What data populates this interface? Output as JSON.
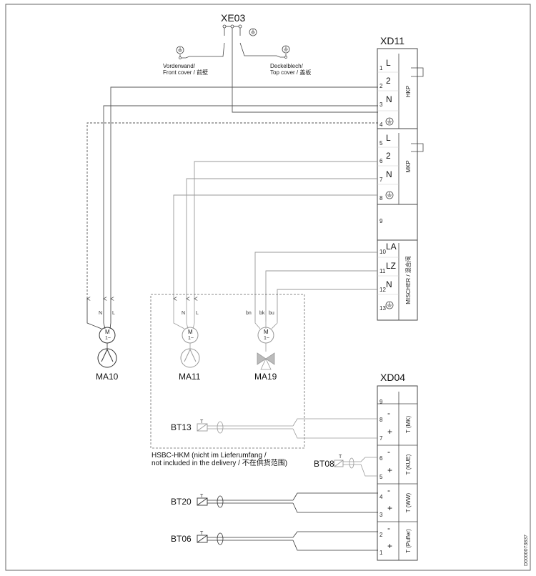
{
  "ground_terminal": {
    "label": "XE03"
  },
  "ground_notes": {
    "front_line1": "Vorderwand/",
    "front_line2": "Front cover / 前壁",
    "top_line1": "Deckelblech/",
    "top_line2": "Top cover / 盖板"
  },
  "xd11": {
    "label": "XD11",
    "group_hkp": "HKP",
    "group_mkp": "MKP",
    "group_mixer": "MISCHER / 混合阀",
    "terminals": [
      {
        "num": "1",
        "sym": "L"
      },
      {
        "num": "2",
        "sym": "2"
      },
      {
        "num": "3",
        "sym": "N"
      },
      {
        "num": "4",
        "sym": "⏚"
      },
      {
        "num": "5",
        "sym": "L"
      },
      {
        "num": "6",
        "sym": "2"
      },
      {
        "num": "7",
        "sym": "N"
      },
      {
        "num": "8",
        "sym": "⏚"
      },
      {
        "num": "9",
        "sym": ""
      },
      {
        "num": "10",
        "sym": "LA"
      },
      {
        "num": "11",
        "sym": "LZ"
      },
      {
        "num": "12",
        "sym": "N"
      },
      {
        "num": "13",
        "sym": "⏚"
      }
    ]
  },
  "xd04": {
    "label": "XD04",
    "terminals": [
      {
        "num": "9",
        "sym": ""
      },
      {
        "num": "8",
        "sym": "-"
      },
      {
        "num": "7",
        "sym": "+"
      },
      {
        "num": "6",
        "sym": "-"
      },
      {
        "num": "5",
        "sym": "+"
      },
      {
        "num": "4",
        "sym": "-"
      },
      {
        "num": "3",
        "sym": "+"
      },
      {
        "num": "2",
        "sym": "-"
      },
      {
        "num": "1",
        "sym": "+"
      }
    ],
    "groups": [
      "T (MK)",
      "T (KUE)",
      "T (WW)",
      "T (Puffer)"
    ]
  },
  "motors": {
    "ma10": {
      "label": "MA10",
      "n": "N",
      "l": "L",
      "m": "M",
      "type": "1~"
    },
    "ma11": {
      "label": "MA11",
      "n": "N",
      "l": "L",
      "m": "M",
      "type": "1~"
    },
    "ma19": {
      "label": "MA19",
      "bn": "bn",
      "bk": "bk",
      "bu": "bu",
      "m": "M",
      "type": "1~"
    }
  },
  "sensors": {
    "bt13": {
      "label": "BT13",
      "t": "T"
    },
    "bt08": {
      "label": "BT08",
      "t": "T"
    },
    "bt20": {
      "label": "BT20",
      "t": "T"
    },
    "bt06": {
      "label": "BT06",
      "t": "T"
    }
  },
  "option_box": {
    "line1": "HSBC-HKM (nicht im Lieferumfang /",
    "line2": "not included in the delivery / 不在供货范围)"
  },
  "doc_number": "D0000073837"
}
